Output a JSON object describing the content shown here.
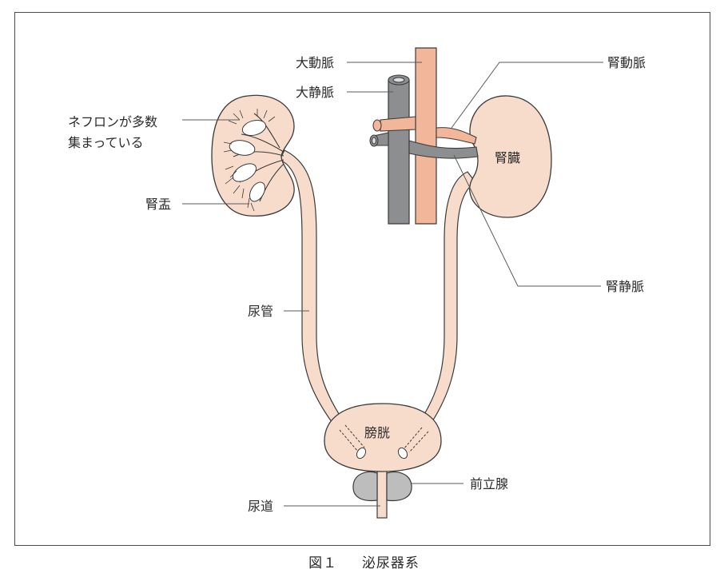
{
  "labels": {
    "aorta": "大動脈",
    "vena_cava": "大静脈",
    "renal_artery": "腎動脈",
    "nephron_line1": "ネフロンが多数",
    "nephron_line2": "集まっている",
    "kidney": "腎臓",
    "renal_pelvis": "腎盂",
    "renal_vein": "腎静脈",
    "ureter": "尿管",
    "bladder": "膀胱",
    "prostate": "前立腺",
    "urethra": "尿道"
  },
  "caption": {
    "figure_number": "図１",
    "title": "泌尿器系"
  },
  "colors": {
    "organ_fill": "#f8dccb",
    "artery_fill": "#f2b69a",
    "vein_fill": "#8c8e90",
    "prostate_fill": "#bdbdbd",
    "outline": "#3a3a3a"
  }
}
